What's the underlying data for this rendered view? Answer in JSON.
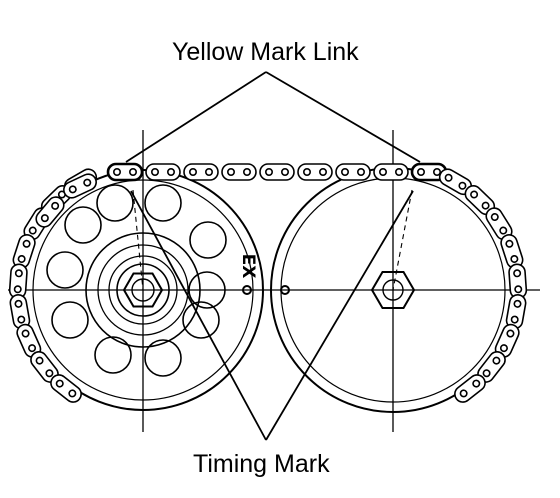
{
  "callouts": {
    "top": "Yellow Mark Link",
    "bottom": "Timing Mark"
  },
  "gear_label": "EX",
  "colors": {
    "ink": "#000000",
    "paper": "#ffffff"
  }
}
